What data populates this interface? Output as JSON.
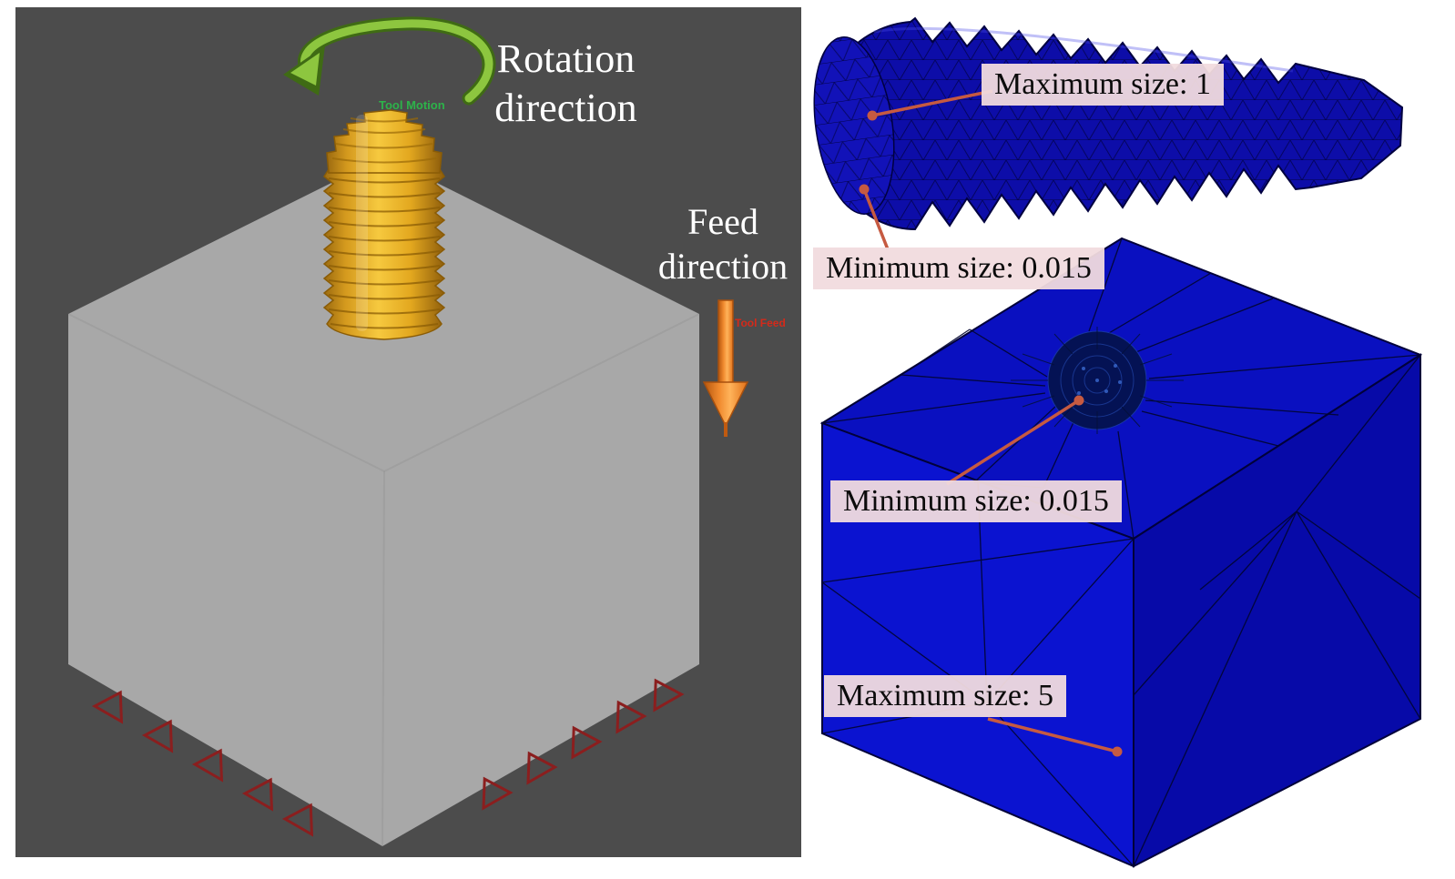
{
  "left_panel": {
    "rotation_direction_label": "Rotation direction",
    "feed_direction_label": "Feed direction",
    "tool_motion_label": "Tool Motion",
    "tool_feed_label": "Tool Feed"
  },
  "right_panel": {
    "tool_mesh": {
      "maximum_label": "Maximum size: 1",
      "minimum_label": "Minimum size: 0.015"
    },
    "workpiece_mesh": {
      "minimum_label": "Minimum size: 0.015",
      "maximum_label": "Maximum size: 5"
    }
  },
  "colors": {
    "viewport_background": "#4c4c4c",
    "workpiece_gray": "#a8a8a8",
    "tool_gold": "#e8a820",
    "rotation_arrow_green": "#8dc63f",
    "feed_arrow_orange": "#f08a2e",
    "boundary_triangle_red": "#8b1e1e",
    "mesh_blue": "#0b13d0",
    "mesh_dark_blue": "#0d0da8",
    "annotation_label_background": "#f1dbde",
    "leader_line": "#c65a41"
  }
}
